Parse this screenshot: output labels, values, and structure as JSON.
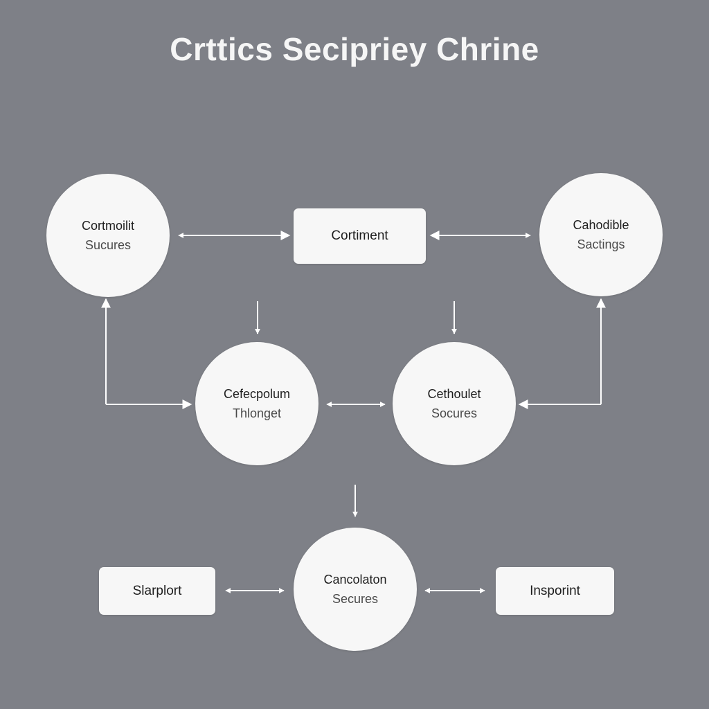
{
  "title": "Crttics Secipriey Chrine",
  "colors": {
    "background": "#7e8087",
    "node_fill": "#f7f7f7",
    "edge": "#ffffff"
  },
  "nodes": {
    "top_left": {
      "line1": "Cortmoilit",
      "line2": "Sucures"
    },
    "top_center": {
      "line1": "Cortiment"
    },
    "top_right": {
      "line1": "Cahodible",
      "line2": "Sactings"
    },
    "mid_left": {
      "line1": "Cefecpolum",
      "line2": "Thlonget"
    },
    "mid_right": {
      "line1": "Cethoulet",
      "line2": "Socures"
    },
    "bottom_center": {
      "line1": "Cancolaton",
      "line2": "Secures"
    },
    "bottom_left": {
      "line1": "Slarplort"
    },
    "bottom_right": {
      "line1": "Insporint"
    }
  }
}
